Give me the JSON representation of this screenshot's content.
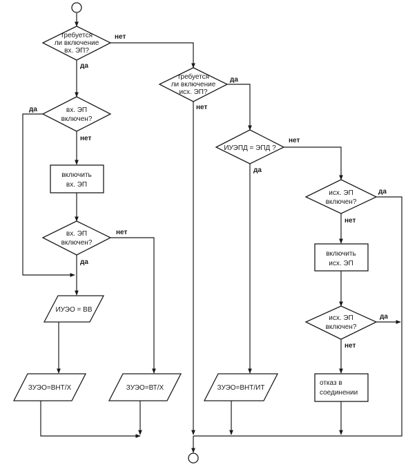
{
  "diagram": {
    "terminals": {
      "start": "",
      "end": ""
    },
    "nodes": {
      "d1": [
        "требуется",
        "ли включение",
        "вх. ЭП?"
      ],
      "d2": [
        "вх. ЭП",
        "включен?"
      ],
      "p1": [
        "включить",
        "вх. ЭП"
      ],
      "d3": [
        "вх. ЭП",
        "включен?"
      ],
      "io1": [
        "ИУЭО = ВВ"
      ],
      "io2": [
        "ЗУЭО=ВНТ/Х"
      ],
      "io3": [
        "ЗУЭО=ВТ/Х"
      ],
      "d4": [
        "требуется",
        "ли включение",
        "исх. ЭП?"
      ],
      "d5": [
        "ИУЭПД = ЭПД ?"
      ],
      "io4": [
        "ЗУЭО=ВНТ/ИТ"
      ],
      "d6": [
        "исх. ЭП",
        "включен?"
      ],
      "p2": [
        "включить",
        "исх. ЭП"
      ],
      "d7": [
        "исх. ЭП",
        "включен?"
      ],
      "p3": [
        "отказ в",
        "соединении"
      ]
    },
    "edge_labels": {
      "d1_no": "нет",
      "d1_yes": "да",
      "d2_yes": "да",
      "d2_no": "нет",
      "d3_no": "нет",
      "d3_yes": "да",
      "d4_yes": "да",
      "d4_no": "нет",
      "d5_no": "нет",
      "d5_yes": "да",
      "d6_yes": "да",
      "d6_no": "нет",
      "d7_yes": "да",
      "d7_no": "нет"
    }
  }
}
